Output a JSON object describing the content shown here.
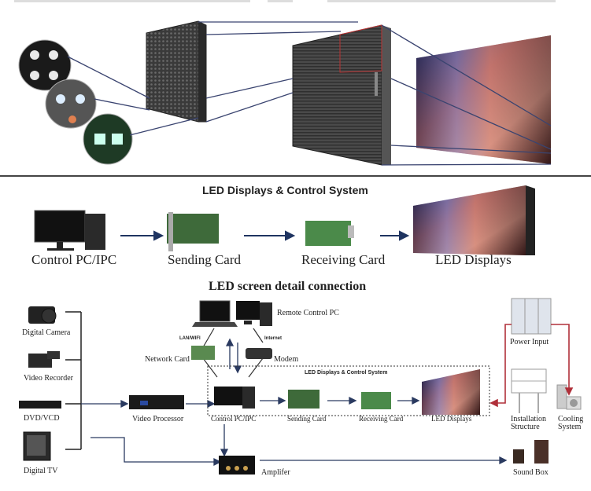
{
  "section_top": {
    "name": "LED module to screen illustration"
  },
  "flow_basic": {
    "title": "LED Displays & Control System",
    "nodes": [
      {
        "label": "Control PC/IPC"
      },
      {
        "label": "Sending Card"
      },
      {
        "label": "Receiving Card"
      },
      {
        "label": "LED Displays"
      }
    ]
  },
  "flow_detail": {
    "title": "LED screen detail connection",
    "sources": [
      {
        "label": "Digital Camera"
      },
      {
        "label": "Video Recorder"
      },
      {
        "label": "DVD/VCD"
      },
      {
        "label": "Digital TV"
      }
    ],
    "video_processor": "Video Processor",
    "remote_control_pc": "Remote Control PC",
    "lan_wifi": "LAN/WIFI",
    "internet": "Internet",
    "network_card": "Network Card",
    "modem": "Modem",
    "system_box_title": "LED Displays & Control System",
    "system_nodes": [
      {
        "label": "Control PC/IPC"
      },
      {
        "label": "Sending Card"
      },
      {
        "label": "Receiving Card"
      },
      {
        "label": "LED Displays"
      }
    ],
    "power_input": "Power Input",
    "installation_structure": [
      "Installation",
      "Structure"
    ],
    "cooling_system": [
      "Cooling",
      "System"
    ],
    "amplifier": "Amplifer",
    "sound_box": "Sound Box"
  },
  "colors": {
    "arrow": "#1f3461",
    "power_line": "#b0303a",
    "divider": "#444444"
  }
}
